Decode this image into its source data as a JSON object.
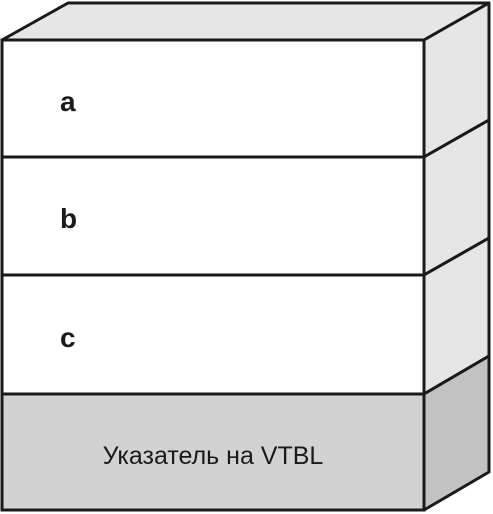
{
  "object_layout": {
    "fields": [
      {
        "name": "a"
      },
      {
        "name": "b"
      },
      {
        "name": "c"
      }
    ],
    "vtable_pointer": {
      "label": "Указатель на VTBL"
    }
  },
  "colors": {
    "field_fill": "#ffffff",
    "side_fill": "#e6e6e6",
    "top_fill": "#e6e6e6",
    "pointer_fill": "#d2d2d2",
    "pointer_side_fill": "#c2c2c2",
    "stroke": "#1a1a1a"
  }
}
